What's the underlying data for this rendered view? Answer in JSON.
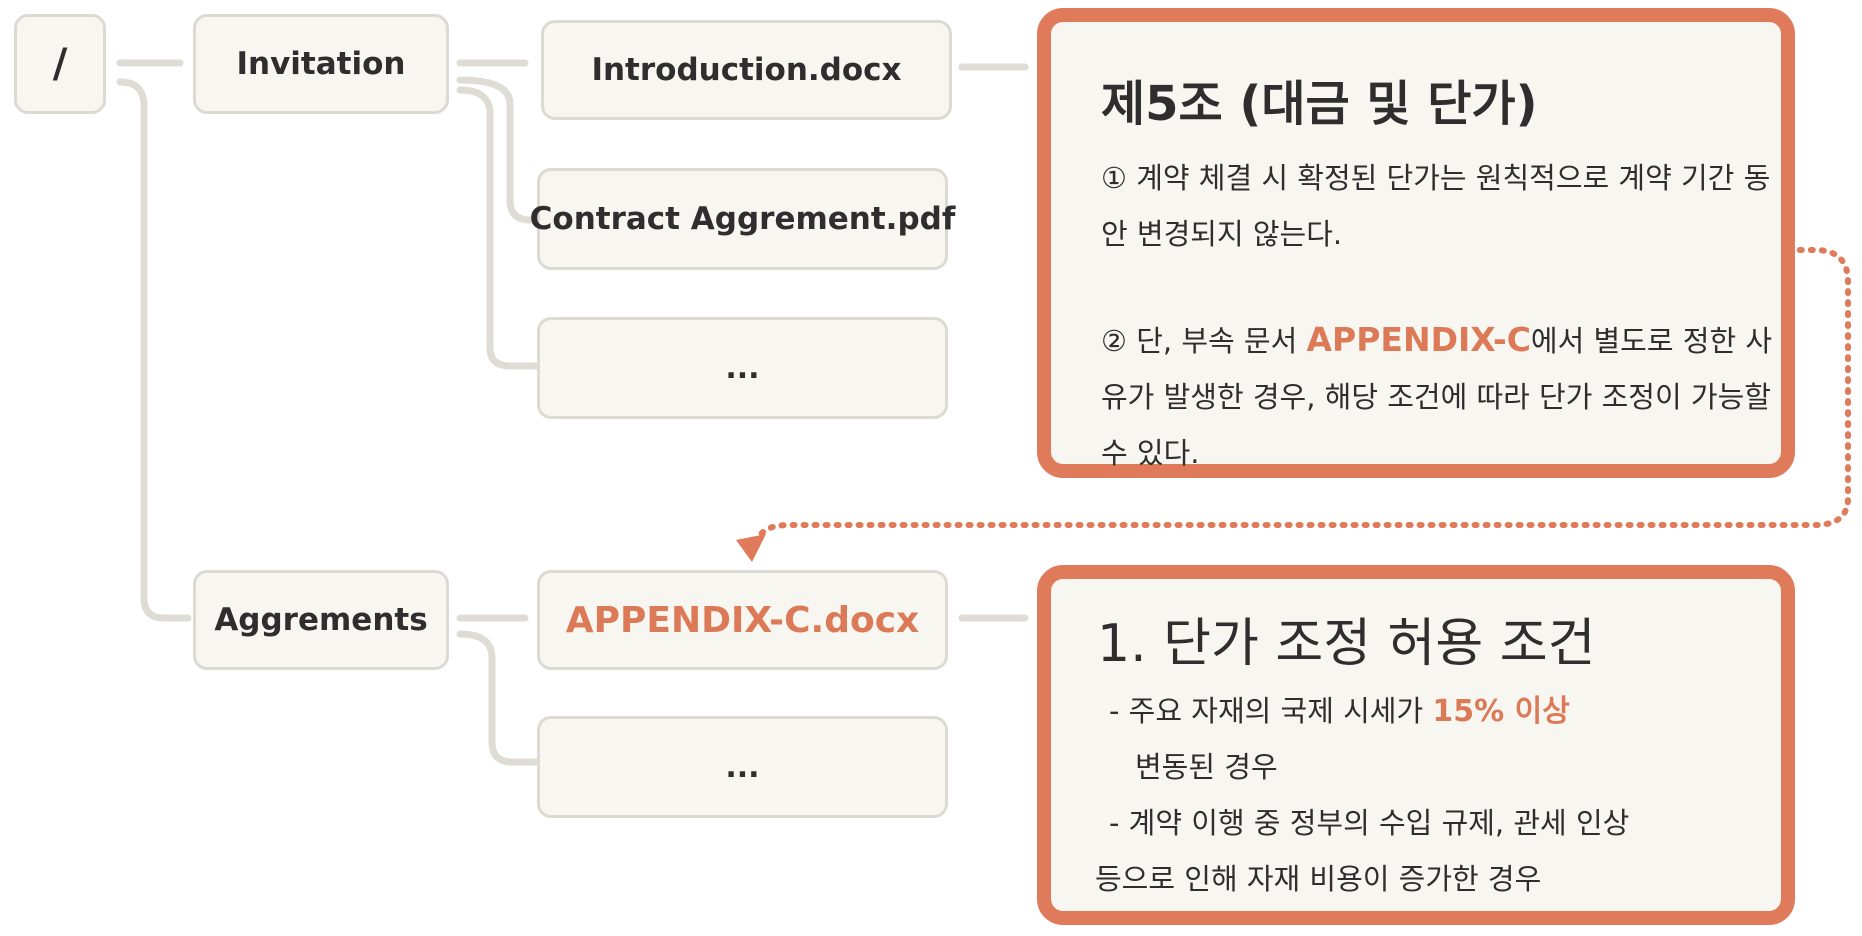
{
  "tree": {
    "root": "/",
    "folders": {
      "invitation": "Invitation",
      "aggrements": "Aggrements"
    },
    "files": {
      "introduction": "Introduction.docx",
      "contract": "Contract Aggrement.pdf",
      "more1": "...",
      "appendix": "APPENDIX-C.docx",
      "more2": "..."
    }
  },
  "article_card": {
    "title": "제5조 (대금 및 단가)",
    "clause1": "① 계약 체결 시 확정된 단가는 원칙적으로 계약 기간 동안 변경되지 않는다.",
    "clause2_prefix": "② 단, 부속 문서 ",
    "clause2_ref": "APPENDIX-C",
    "clause2_suffix": "에서 별도로 정한 사유가 발생한 경우, 해당 조건에 따라 단가 조정이 가능할 수 있다."
  },
  "appendix_card": {
    "title": "1. 단가 조정 허용 조건",
    "item1_prefix": "- 주요 자재의 국제 시세가 ",
    "item1_highlight": "15% 이상",
    "item1_cont": "변동된 경우",
    "item2_line1": "- 계약 이행 중 정부의 수입 규제, 관세 인상",
    "item2_line2": "등으로 인해 자재 비용이 증가한 경우"
  },
  "colors": {
    "accent": "#df7b5a",
    "node_bg": "#f8f6f0",
    "node_border": "#dcdad2",
    "connector": "#dedcd4"
  }
}
